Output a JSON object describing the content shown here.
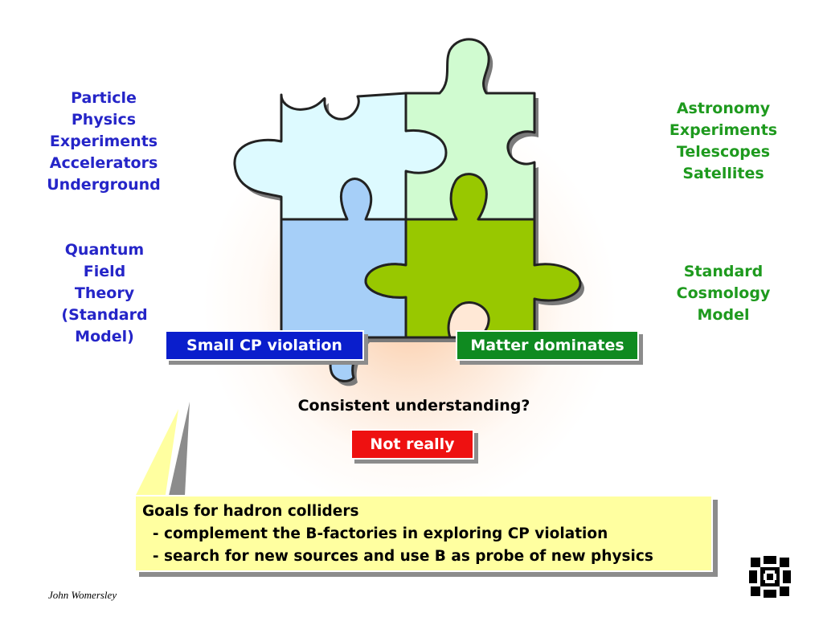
{
  "left_top_labels": [
    "Particle",
    "Physics",
    "Experiments",
    "Accelerators",
    "Underground"
  ],
  "left_bottom_labels": [
    "Quantum",
    "Field",
    "Theory",
    "(Standard",
    "Model)"
  ],
  "right_top_labels": [
    "Astronomy",
    "Experiments",
    "Telescopes",
    "Satellites"
  ],
  "right_bottom_labels": [
    "Standard",
    "Cosmology",
    "Model"
  ],
  "boxes": {
    "small_cp": "Small CP violation",
    "matter": "Matter dominates",
    "not_really": "Not really"
  },
  "question": "Consistent understanding?",
  "goals": {
    "title": "Goals for hadron colliders",
    "item1": "  - complement the B-factories in exploring CP violation",
    "item2": "  - search for new sources and use B as probe of new physics"
  },
  "author": "John Womersley",
  "colors": {
    "blue_text": "#2525c8",
    "green_text": "#1e9a1e",
    "small_cp_box": "#0a1ecc",
    "matter_box": "#0f8a20",
    "not_really_box": "#ee1111",
    "note_bg": "#ffffa0",
    "piece_light_cyan": "#ddfaff",
    "piece_light_green": "#d0fbd0",
    "piece_blue": "#a6cff8",
    "piece_green": "#98c800"
  },
  "icons": [
    "fermilab-logo-icon"
  ]
}
